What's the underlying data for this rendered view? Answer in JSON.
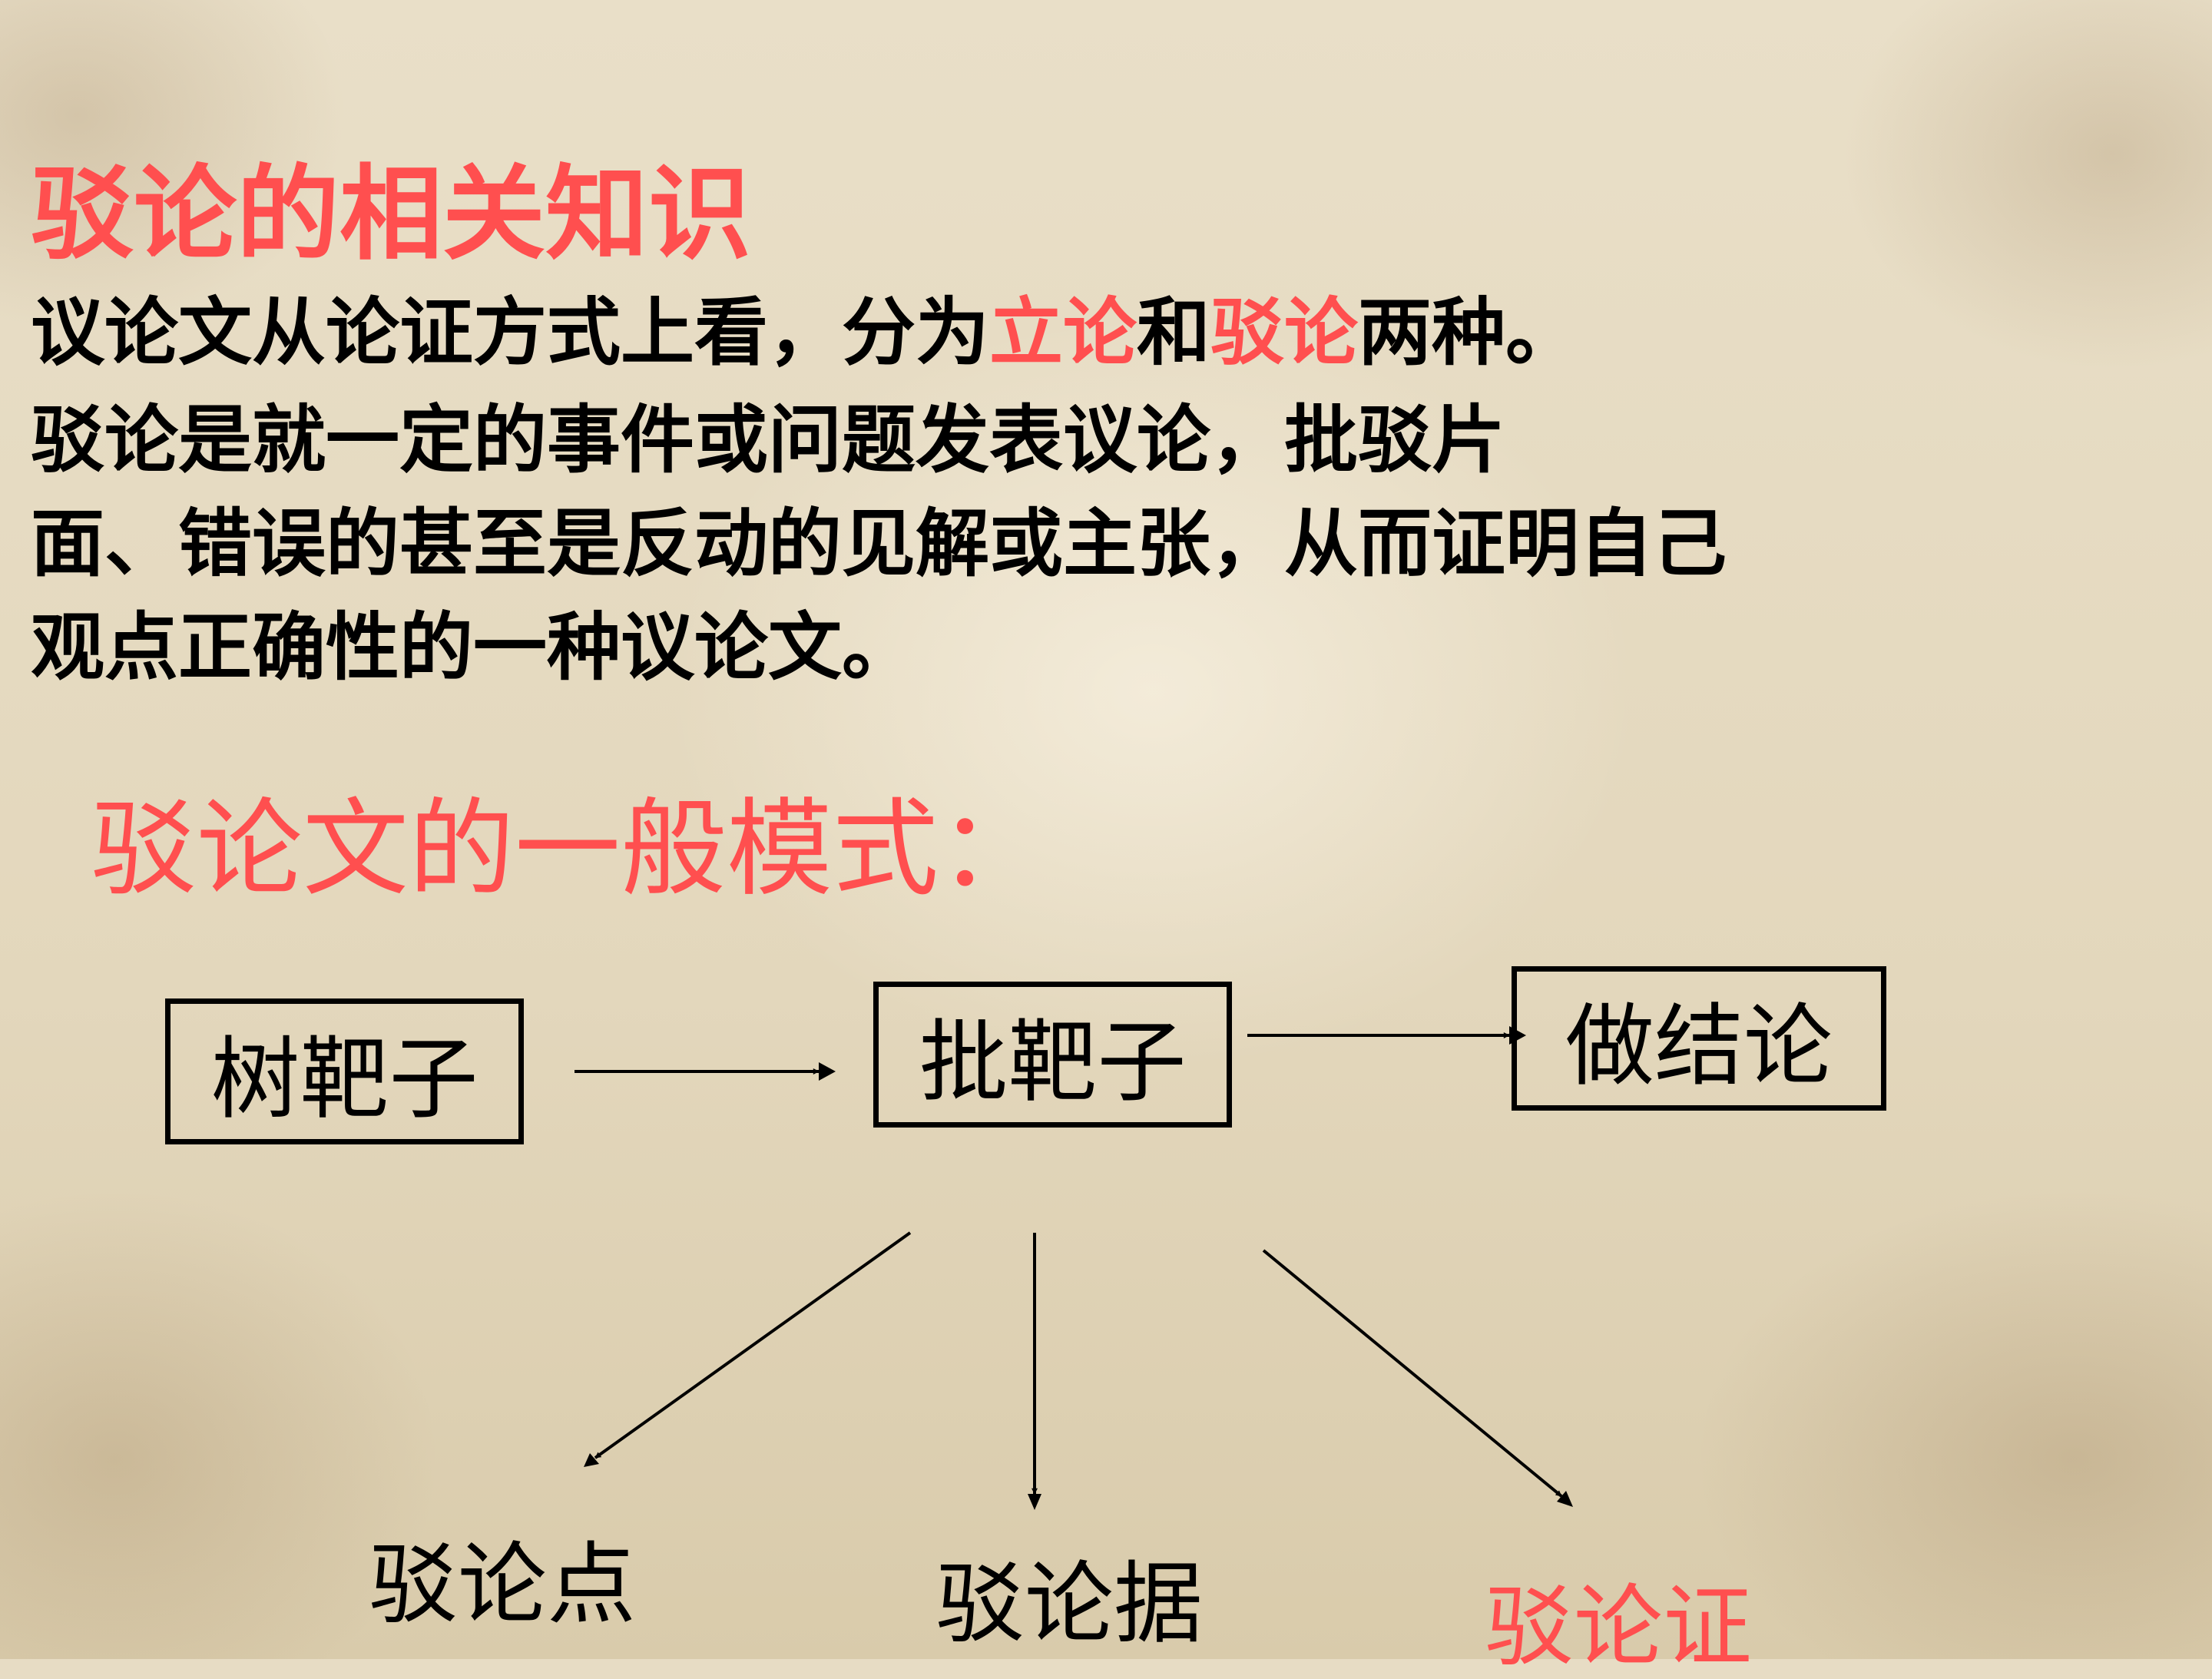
{
  "heading": "驳论的相关知识",
  "intro": {
    "line1": {
      "before": "议论文从论证方式上看，分为",
      "term1": "立论",
      "middle": "和",
      "term2": "驳论",
      "after": "两种。"
    },
    "line2": "驳论是就一定的事件或问题发表议论，批驳片",
    "line3": "面、错误的甚至是反动的见解或主张，从而证明自己",
    "line4": "观点正确性的一种议论文。"
  },
  "diagram": {
    "title": "驳论文的一般模式：",
    "boxes": {
      "step1": "树靶子",
      "step2": "批靶子",
      "step3": "做结论"
    },
    "branches": {
      "point": "驳论点",
      "evidence": "驳论据",
      "argument": "驳论证"
    }
  },
  "colors": {
    "accent": "#ff4f4f",
    "text": "#000000",
    "background": "#e7dcc4"
  }
}
